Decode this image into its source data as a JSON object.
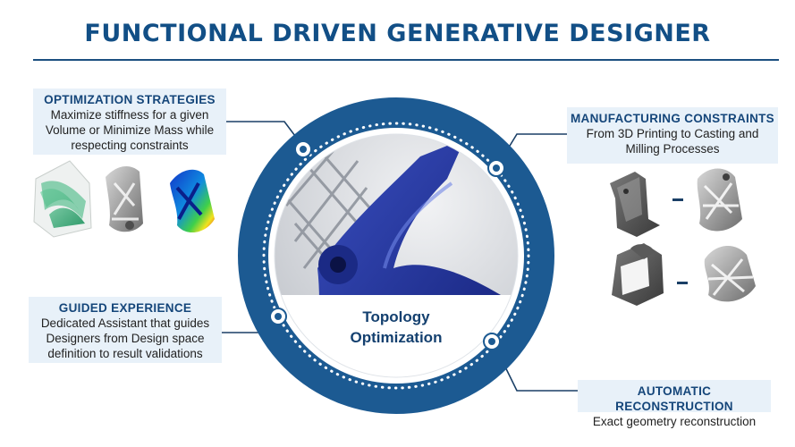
{
  "title": "FUNCTIONAL DRIVEN GENERATIVE DESIGNER",
  "center_label": [
    "Topology",
    "Optimization"
  ],
  "optimization_strategies": {
    "heading": "OPTIMIZATION STRATEGIES",
    "lines": [
      "Maximize stiffness for a given",
      "Volume or Minimize Mass while",
      "respecting constraints"
    ]
  },
  "manufacturing_constraints": {
    "heading": "MANUFACTURING CONSTRAINTS",
    "lines": [
      "From 3D Printing to Casting and",
      "Milling Processes"
    ]
  },
  "guided_experience": {
    "heading": "GUIDED EXPERIENCE",
    "lines": [
      "Dedicated Assistant that guides",
      "Designers from Design space",
      "definition to result validations"
    ]
  },
  "automatic_reconstruction": {
    "heading": "AUTOMATIC RECONSTRUCTION",
    "lines": [
      "Exact geometry reconstruction"
    ]
  },
  "colors": {
    "brand_blue": "#124f86",
    "ring_blue": "#1c5a92",
    "box_fill": "#e8f1f9",
    "part_blue": "#22339a"
  },
  "icons": [
    "ring-node-icon",
    "arrow-dash-icon"
  ]
}
